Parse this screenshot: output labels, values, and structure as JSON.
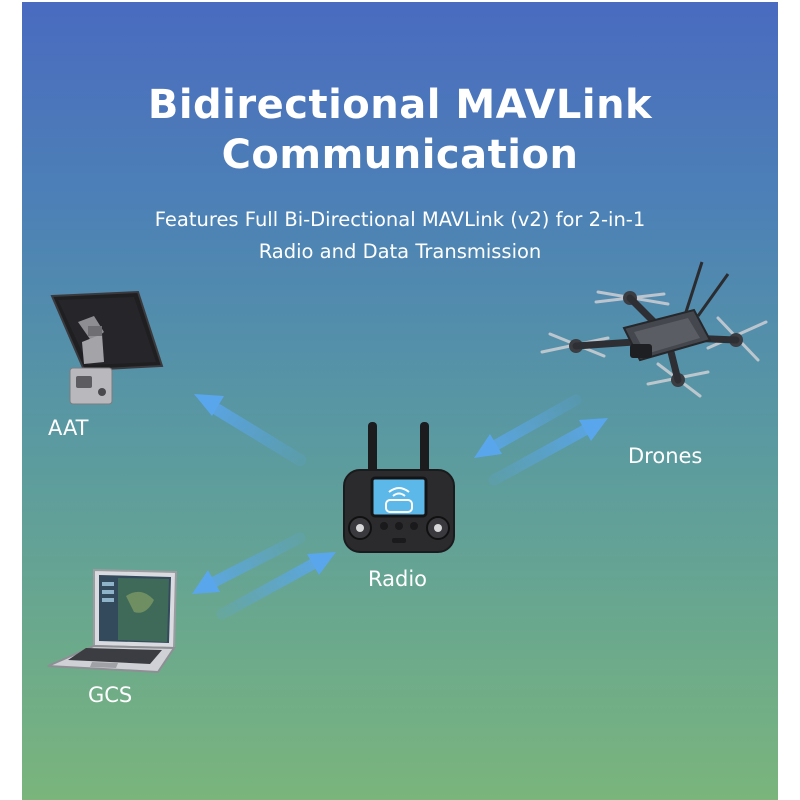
{
  "header": {
    "title_line1": "Bidirectional MAVLink",
    "title_line2": "Communication",
    "subtitle_line1": "Features Full Bi-Directional MAVLink (v2) for 2-in-1",
    "subtitle_line2": "Radio and Data Transmission"
  },
  "nodes": {
    "aat": {
      "label": "AAT",
      "icon": "aat-tracker-icon"
    },
    "drones": {
      "label": "Drones",
      "icon": "drone-icon"
    },
    "radio": {
      "label": "Radio",
      "icon": "radio-controller-icon"
    },
    "gcs": {
      "label": "GCS",
      "icon": "laptop-icon"
    }
  },
  "links": [
    {
      "from": "radio",
      "to": "aat",
      "direction": "one-way"
    },
    {
      "from": "radio",
      "to": "drones",
      "direction": "two-way"
    },
    {
      "from": "radio",
      "to": "gcs",
      "direction": "two-way"
    }
  ],
  "colors": {
    "arrow": "#5aa6ec",
    "text": "#ffffff",
    "device_dark": "#2b2b2e"
  }
}
